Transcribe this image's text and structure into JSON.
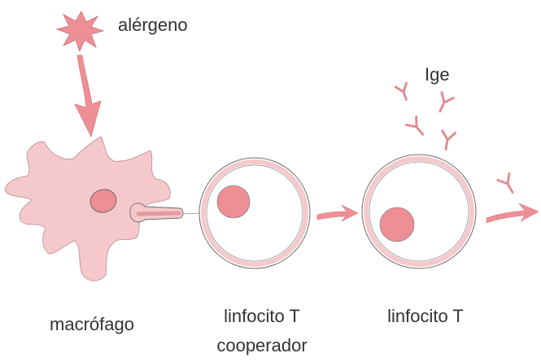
{
  "labels": {
    "allergen": "alérgeno",
    "ige": "Ige",
    "macrophage": "macrófago",
    "helper_t_line1": "linfocito T",
    "helper_t_line2": "cooperador",
    "t_lymphocyte": "linfocito T"
  },
  "colors": {
    "pink_fill": "#f5c9cc",
    "pink_arrow": "#ee8f96",
    "nucleus": "#ee8f96",
    "outline": "#6b6b6b"
  }
}
